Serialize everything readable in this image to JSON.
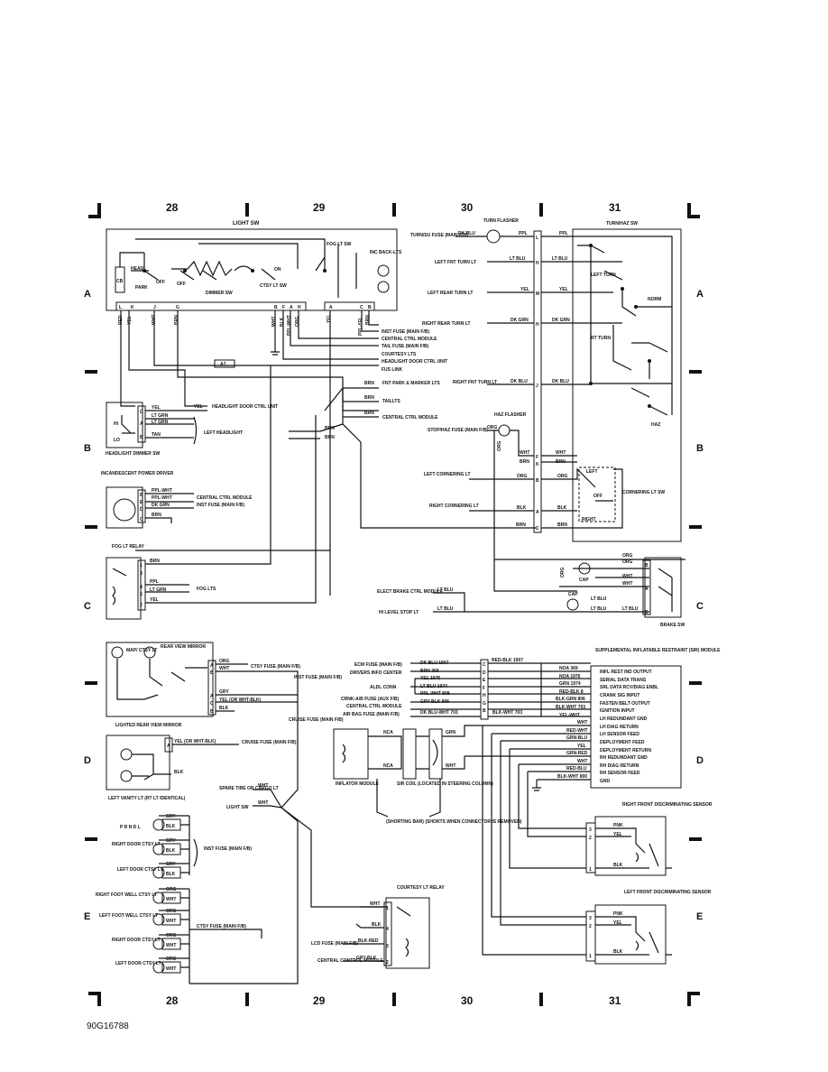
{
  "columns": [
    "28",
    "29",
    "30",
    "31"
  ],
  "rows": [
    "A",
    "B",
    "C",
    "D",
    "E"
  ],
  "figure_id": "90G16788",
  "components": {
    "light_sw": "LIGHT SW",
    "turn_haz_sw": "TURN/HAZ SW",
    "turn_flasher": "TURN FLASHER",
    "haz_flasher": "HAZ FLASHER",
    "headlight_dimmer_sw": "HEADLIGHT DIMMER SW",
    "incandescent_power_driver": "INCANDESCENT POWER DRIVER",
    "fog_lt_relay": "FOG LT RELAY",
    "brake_sw": "BRAKE SW",
    "cornering_lt_sw": "CORNERING LT SW",
    "lighted_rear_view_mirror": "LIGHTED REAR VIEW MIRROR",
    "left_vanity_lt": "LEFT VANITY LT (RT LT IDENTICAL)",
    "sir_module": "SUPPLEMENTAL INFLATABLE RESTRAINT (SIR) MODULE",
    "inflator_module": "INFLATOR MODULE",
    "sir_coil": "SIR COIL (LOCATED IN STEERING COLUMN)",
    "shorting_bar": "(SHORTING BAR) (SHORTS WHEN CONNECTOR IS REMOVED)",
    "courtesy_lt_relay": "COURTESY LT RELAY",
    "right_front_sensor": "RIGHT FRONT DISCRIMINATING SENSOR",
    "left_front_sensor": "LEFT FRONT DISCRIMINATING SENSOR"
  },
  "light_sw_labels": {
    "cb": "CB",
    "head": "HEAD",
    "park": "PARK",
    "off1": "OFF",
    "off2": "OFF",
    "dimmer_sw": "DIMMER SW",
    "on": "ON",
    "ctsy_lt_sw": "CTSY LT SW",
    "fog_lt_sw": "FOG LT SW",
    "inc_back_lts": "INC BACK-LTS",
    "pins": [
      "L",
      "K",
      "J",
      "G",
      "B",
      "F",
      "A",
      "H",
      "A",
      "C",
      "B"
    ]
  },
  "light_sw_wires": [
    "RED",
    "YEL",
    "WHT",
    "BRN",
    "WHT",
    "BLK",
    "PPL-WHT",
    "ORG",
    "YEL",
    "PPL-YEL",
    "BRN"
  ],
  "light_sw_dest": [
    "INST FUSE (MAIN F/B)",
    "CENTRAL CTRL MODULE",
    "TAIL FUSE (MAIN F/B)",
    "COURTESY LTS",
    "HEADLIGHT DOOR CTRL UNIT",
    "FUS LINK"
  ],
  "splice_a7": "A7",
  "brn_dest": [
    "FNT PARK & MARKER LTS",
    "TAILLTS",
    "CENTRAL CTRL MODULE"
  ],
  "brn_wire": "BRN",
  "flasher_left": {
    "turn_su_fuse": "TURN/SU FUSE (MAIN F/B)",
    "dk_blu": "DK BLU",
    "ppl": "PPL"
  },
  "turn_rows": [
    {
      "label": "LEFT FNT TURN LT",
      "wire1": "LT BLU",
      "pin": "H",
      "wire2": "LT BLU"
    },
    {
      "label": "LEFT REAR TURN LT",
      "wire1": "YEL",
      "pin": "M",
      "wire2": "YEL"
    },
    {
      "label": "RIGHT REAR TURN LT",
      "wire1": "DK GRN",
      "pin": "H",
      "wire2": "DK GRN"
    },
    {
      "label": "RIGHT FNT TURN LT",
      "wire1": "DK BLU",
      "pin": "J",
      "wire2": "DK BLU"
    }
  ],
  "turn_pin_l": "L",
  "turn_haz_labels": {
    "left_turn": "LEFT TURN",
    "rt_turn": "RT TURN",
    "norm": "NORM",
    "haz": "HAZ"
  },
  "stop_haz_fuse": "STOP/HAZ FUSE (MAIN F/B)",
  "haz_wires": {
    "org": "ORG",
    "wht": "WHT",
    "brn": "BRN",
    "pin_f": "F",
    "pin_k": "K",
    "pin_c": "C"
  },
  "cornering": [
    {
      "label": "LEFT CORNERING LT",
      "wire": "ORG",
      "pin": "B"
    },
    {
      "label": "RIGHT CORNERING LT",
      "wire": "BLK",
      "pin": "A"
    }
  ],
  "cornering_sw": {
    "left": "LEFT",
    "off": "OFF",
    "right": "RIGHT"
  },
  "dimmer": {
    "wires": [
      "YEL",
      "LT GRN",
      "LT GRN",
      "TAN"
    ],
    "pins": [
      "C",
      "A",
      "B"
    ],
    "hi": "HI",
    "lo": "LO",
    "door_ctrl": "HEADLIGHT DOOR CTRL UNIT",
    "left_headlight": "LEFT HEADLIGHT"
  },
  "power_driver": {
    "wires": [
      "PPL-WHT",
      "PPL-WHT",
      "DK GRN",
      "BRN"
    ],
    "pins": [
      "B",
      "E",
      "D",
      "C"
    ],
    "dest": [
      "CENTRAL CTRL MODULE",
      "INST FUSE (MAIN F/B)"
    ]
  },
  "fog_relay": {
    "pins": [
      "1",
      "3",
      "4",
      "5",
      "2"
    ],
    "wires": [
      "BRN",
      "PPL",
      "LT GRN",
      "YEL"
    ],
    "dest": "FOG LTS"
  },
  "brake": {
    "elect_brake": "ELECT BRAKE CTRL MODULE",
    "hi_level_stop": "HI LEVEL STOP LT",
    "wires": [
      "LT BLU",
      "LT BLU",
      "LT BLU",
      "LT BLU",
      "ORG",
      "ORG",
      "WHT",
      "WHT",
      "ORG"
    ],
    "cap": "CAP",
    "pins": [
      "B",
      "A",
      "C"
    ]
  },
  "mirror": {
    "map_ctsy": "MAP/ CTSY LT",
    "rear_view": "REAR VIEW MIRROR",
    "wires": [
      "ORG",
      "WHT",
      "GRY",
      "YEL (OR WHT-BLK)",
      "BLK"
    ],
    "pins": [
      "A",
      "B",
      "A",
      "C",
      "B"
    ],
    "dest": [
      "CTSY FUSE (MAIN F/B)",
      "INST FUSE (MAIN F/B)",
      "CRUISE FUSE (MAIN F/B)"
    ]
  },
  "vanity": {
    "wires": [
      "YEL (OR WHT-BLK)",
      "BLK"
    ],
    "pin": "A",
    "dest": "CRUISE FUSE (MAIN F/B)"
  },
  "spare_tire": "SPARE TIRE OR CARGO LT",
  "light_sw_ref": "LIGHT SW",
  "wht_wire": "WHT",
  "lower_lamps": [
    {
      "label": "P R N D L",
      "w1": "GRY",
      "w2": "BLK"
    },
    {
      "label": "RIGHT DOOR CTSY LT",
      "w1": "GRY",
      "w2": "BLK"
    },
    {
      "label": "LEFT DOOR CTSY LT",
      "w1": "GRY",
      "w2": "BLK"
    },
    {
      "label": "RIGHT FOOT WELL CTSY LT",
      "w1": "ORG",
      "w2": "WHT"
    },
    {
      "label": "LEFT FOOT WELL CTSY LT",
      "w1": "ORG",
      "w2": "WHT"
    },
    {
      "label": "RIGHT DOOR CTSY LT",
      "w1": "ORG",
      "w2": "WHT"
    },
    {
      "label": "LEFT DOOR CTSY LT",
      "w1": "ORG",
      "w2": "WHT"
    }
  ],
  "inst_fuse_lower": "INST FUSE (MAIN F/B)",
  "ctsy_fuse_lower": "CTSY FUSE (MAIN F/B)",
  "courtesy_relay": {
    "wires": [
      "WHT",
      "BLK",
      "BLK-RED",
      "GRY-BLK"
    ],
    "pins": [
      "1",
      "4",
      "3",
      "2"
    ],
    "lcd_fuse": "LCD FUSE (MAIN F/B)",
    "central": "CENTRAL CONTROL MODULE"
  },
  "sir_left": [
    {
      "src": "ECM FUSE (MAIN F/B)",
      "wire": "DK BLU 1907",
      "pin": "C"
    },
    {
      "src": "DRIVERS INFO CENTER",
      "wire": "BRN 369",
      "pin": "D"
    },
    {
      "src": "",
      "wire": "YEL 1975",
      "pin": "E"
    },
    {
      "src": "ALDL CONN",
      "wire": "LT BLU 1974",
      "pin": "F"
    },
    {
      "src": "",
      "wire": "PPL-WHT 808",
      "pin": "H"
    },
    {
      "src": "CRNK-A/B FUSE (AUX F/B)",
      "wire": "GRY-BLK 905",
      "pin": "G"
    },
    {
      "src": "CENTRAL CTRL MODULE",
      "wire": "",
      "pin": "B"
    },
    {
      "src": "AIR BAG FUSE (MAIN F/B)",
      "wire": "DK BLU-WHT 703",
      "pin": ""
    }
  ],
  "sir_right_wires": [
    "RED-BLK 1907",
    "NOA 369",
    "NOA 1976",
    "GRN 1974",
    "RED-BLK 8",
    "BLK-GRN 806",
    "BLK-WHT 703",
    "BLK-WHT 703",
    "YEL-WHT"
  ],
  "sir_module_lines": [
    "INFL REST IND OUTPUT",
    "SERIAL DATA TRANS",
    "SRL DATA RCV/DIAG ENBL",
    "CRANK SIG INPUT",
    "FASTEN BELT OUTPUT",
    "IGNITION INPUT",
    "LH REDUNDANT GND",
    "LH DIAG RETURN",
    "LH SENSOR FEED",
    "DEPLOYMENT FEED",
    "DEPLOYMENT RETURN",
    "RH REDUNDANT GND",
    "RH DIAG RETURN",
    "RH SENSOR FEED",
    "GND"
  ],
  "sir_module_wires": [
    "WHT",
    "RED-WHT",
    "GRN-BLU",
    "YEL",
    "GRN-RED",
    "WHT",
    "RED-BLU",
    "BLK-WHT 800"
  ],
  "inflator_wires": {
    "nca1": "NCA",
    "grn": "GRN",
    "nca2": "NCA",
    "wht": "WHT"
  },
  "sensor_rf": {
    "wires": [
      "PNK",
      "YEL",
      "BLK"
    ],
    "pins": [
      "3",
      "2",
      "1"
    ]
  },
  "sensor_lf": {
    "wires": [
      "PNK",
      "YEL",
      "BLK"
    ],
    "pins": [
      "3",
      "2",
      "1"
    ]
  }
}
